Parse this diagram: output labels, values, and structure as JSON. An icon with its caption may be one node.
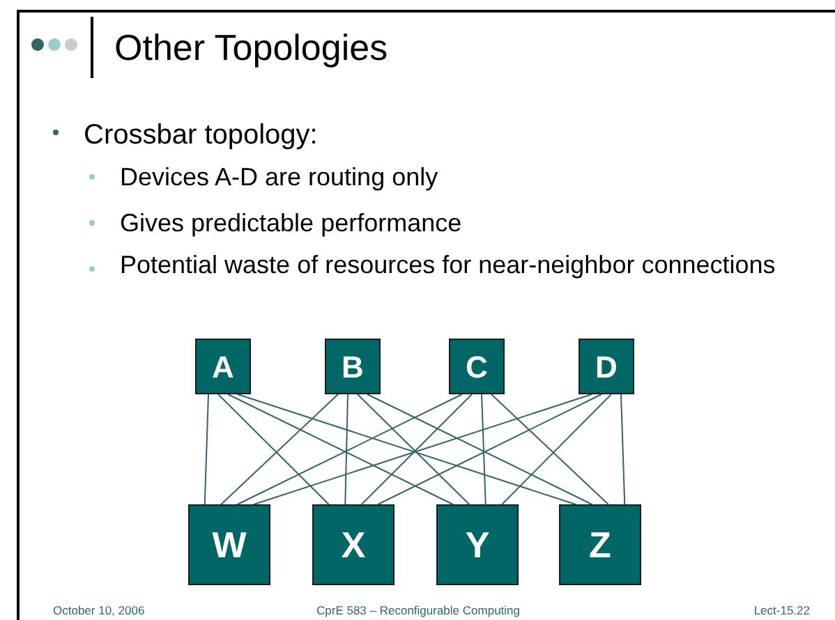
{
  "diagram": {
    "title": "Other Topologies",
    "nodes": [
      {
        "text": [
          "A"
        ]
      },
      {
        "text": [
          "B"
        ]
      },
      {
        "text": [
          "C"
        ]
      },
      {
        "text": [
          "D"
        ]
      },
      {
        "text": [
          "W"
        ]
      },
      {
        "text": [
          "X"
        ]
      },
      {
        "text": [
          "Y"
        ]
      },
      {
        "text": [
          "Z"
        ]
      }
    ],
    "edges": [
      {
        "from": 0,
        "to": 4,
        "arrow": "none"
      },
      {
        "from": 0,
        "to": 5,
        "arrow": "none"
      },
      {
        "from": 0,
        "to": 6,
        "arrow": "none"
      },
      {
        "from": 0,
        "to": 7,
        "arrow": "none"
      },
      {
        "from": 1,
        "to": 4,
        "arrow": "none"
      },
      {
        "from": 1,
        "to": 5,
        "arrow": "none"
      },
      {
        "from": 1,
        "to": 6,
        "arrow": "none"
      },
      {
        "from": 1,
        "to": 7,
        "arrow": "none"
      },
      {
        "from": 2,
        "to": 4,
        "arrow": "none"
      },
      {
        "from": 2,
        "to": 5,
        "arrow": "none"
      },
      {
        "from": 2,
        "to": 6,
        "arrow": "none"
      },
      {
        "from": 2,
        "to": 7,
        "arrow": "none"
      },
      {
        "from": 3,
        "to": 4,
        "arrow": "none"
      },
      {
        "from": 3,
        "to": 5,
        "arrow": "none"
      },
      {
        "from": 3,
        "to": 6,
        "arrow": "none"
      },
      {
        "from": 3,
        "to": 7,
        "arrow": "none"
      }
    ],
    "labels": [
      "Crossbar topology:",
      "Devices A-D are routing only",
      "Gives predictable performance",
      "Potential waste of resources for near-neighbor connections",
      "October 10, 2006",
      "CprE 583 – Reconfigurable Computing",
      "Lect-15.22"
    ]
  }
}
